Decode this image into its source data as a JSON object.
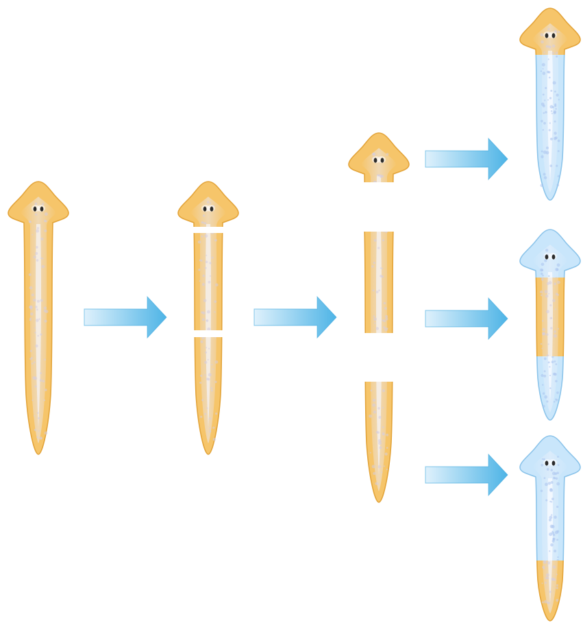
{
  "colors": {
    "original_tissue_fill": "#f6c56a",
    "original_tissue_outline": "#e3a43a",
    "original_tissue_inner": "#efd9b8",
    "original_tissue_core": "#f4eee8",
    "original_tissue_speckle": "#d6cde0",
    "regenerated_tissue_fill": "#c9e6fb",
    "regenerated_tissue_outline": "#8cc4ea",
    "regenerated_tissue_inner": "#dcecfb",
    "regenerated_tissue_core": "#f4f9ff",
    "regenerated_tissue_speckle": "#a9c3ee",
    "arrow_light": "#dff1fc",
    "arrow_dark": "#4eb4e6",
    "arrow_outline": "#3aa5dc",
    "eye_spot": "#2b2b2b",
    "background": "#ffffff"
  },
  "diagram": {
    "stages": [
      "intact-planarian",
      "cut-planarian",
      "three-fragments",
      "regenerated-planarians"
    ],
    "fragments": [
      "head",
      "trunk",
      "tail"
    ],
    "cut_count": 2,
    "arrow_count": 5,
    "outcomes": [
      {
        "fragment": "head",
        "regrows": "trunk-and-tail"
      },
      {
        "fragment": "trunk",
        "regrows": "head-and-tail"
      },
      {
        "fragment": "tail",
        "regrows": "head-and-trunk"
      }
    ]
  }
}
